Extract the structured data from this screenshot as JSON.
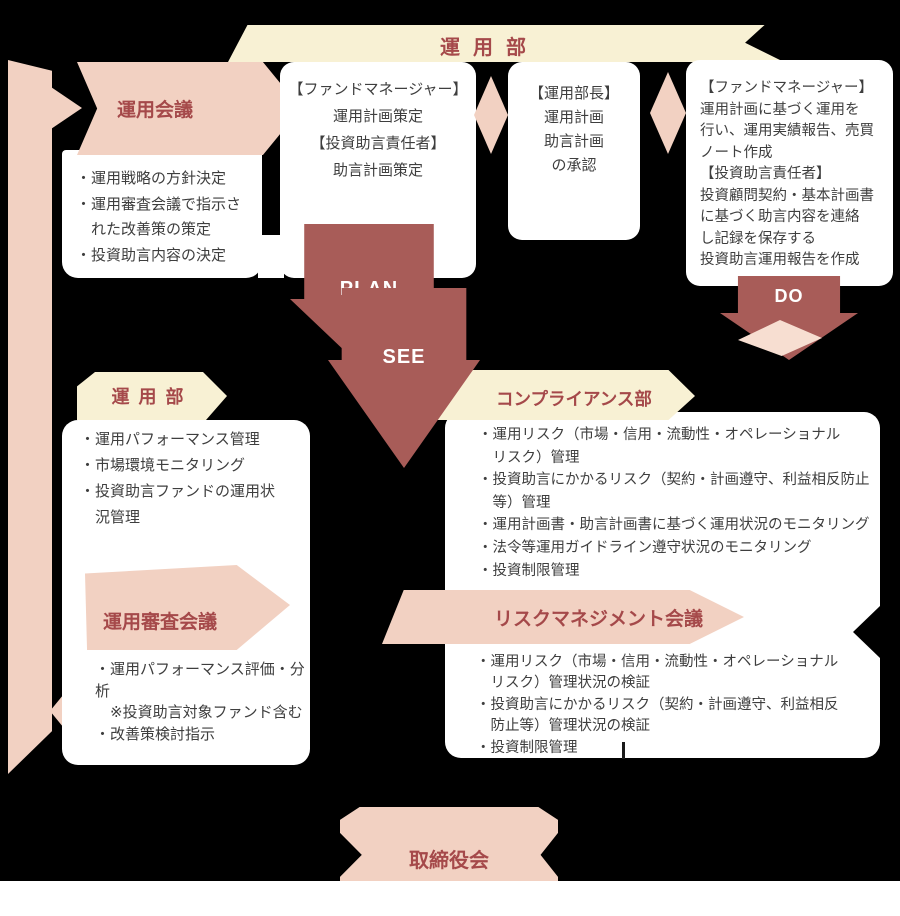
{
  "colors": {
    "background": "#000000",
    "cream_band": "#f8f1d4",
    "pink_shape": "#f2d1c2",
    "pink_light": "#f7ded1",
    "arrow_red": "#a85c58",
    "title_red": "#a5494a",
    "body_text": "#3e3e3e",
    "box_white": "#ffffff"
  },
  "top_section": {
    "dept_label": "運用部",
    "box_plan_tasks": {
      "lines": "【ファンドマネージャー】\n運用計画策定\n【投資助言責任者】\n助言計画策定"
    },
    "box_approval": {
      "lines": "【運用部長】\n運用計画\n助言計画\nの承認"
    },
    "box_do_tasks": {
      "lines": "【ファンドマネージャー】\n運用計画に基づく運用を\n行い、運用実績報告、売買\nノート作成\n【投資助言責任者】\n投資顧問契約・基本計画書\nに基づく助言内容を連絡\nし記録を保存する\n投資助言運用報告を作成"
    }
  },
  "unei_kaigi": {
    "title": "運用会議",
    "bullets": "・運用戦略の方針決定\n・運用審査会議で指示さ\n　れた改善策の策定\n・投資助言内容の決定"
  },
  "pdca": {
    "plan": "PLAN",
    "see": "SEE",
    "do": "DO"
  },
  "unyo_bu2": {
    "title": "運用部",
    "bullets": "・運用パフォーマンス管理\n・市場環境モニタリング\n・投資助言ファンドの運用状\n　況管理"
  },
  "compliance": {
    "title": "コンプライアンス部",
    "bullets": "・運用リスク（市場・信用・流動性・オペレーショナル\n　リスク）管理\n・投資助言にかかるリスク（契約・計画遵守、利益相反防止\n　等）管理\n・運用計画書・助言計画書に基づく運用状況のモニタリング\n・法令等運用ガイドライン遵守状況のモニタリング\n・投資制限管理"
  },
  "shinsa_kaigi": {
    "title": "運用審査会議",
    "bullets": "・運用パフォーマンス評価・分析\n　※投資助言対象ファンド含む\n・改善策検討指示"
  },
  "risk_kaigi": {
    "title": "リスクマネジメント会議",
    "bullets": "・運用リスク（市場・信用・流動性・オペレーショナル\n　リスク）管理状況の検証\n・投資助言にかかるリスク（契約・計画遵守、利益相反\n　防止等）管理状況の検証\n・投資制限管理"
  },
  "board": {
    "title": "取締役会"
  }
}
